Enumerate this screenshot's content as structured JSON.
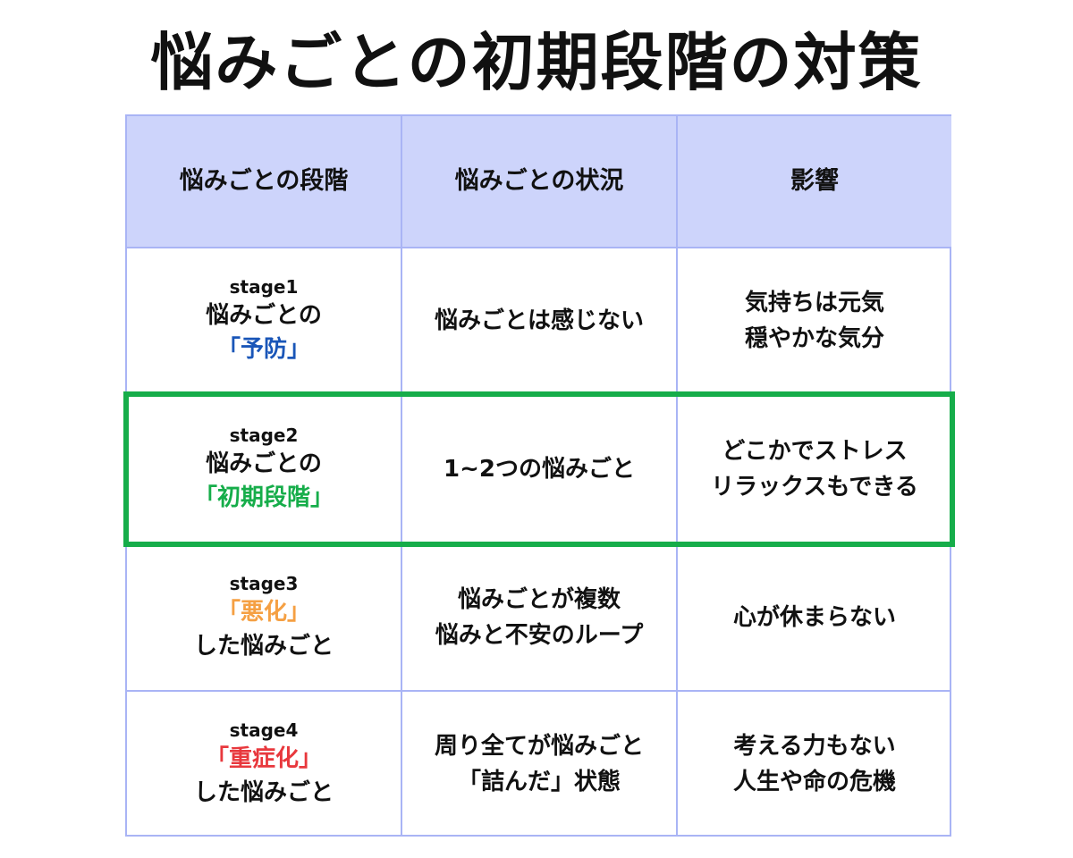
{
  "title": "悩みごとの初期段階の対策",
  "colors": {
    "header_bg": "#cdd4fb",
    "grid_line": "#a9b4f5",
    "highlight_border": "#16ad4a",
    "stage1_accent": "#1a56b8",
    "stage2_accent": "#16ad4a",
    "stage3_accent": "#f5a043",
    "stage4_accent": "#e8383d"
  },
  "table": {
    "headers": [
      "悩みごとの段階",
      "悩みごとの状況",
      "影響"
    ],
    "rows": [
      {
        "stage_tag": "stage1",
        "stage_lines": [
          "悩みごとの",
          "「予防」"
        ],
        "situation": [
          "悩みごとは感じない"
        ],
        "impact": [
          "気持ちは元気",
          "穏やかな気分"
        ]
      },
      {
        "stage_tag": "stage2",
        "stage_lines": [
          "悩みごとの",
          "「初期段階」"
        ],
        "situation": [
          "1~2つの悩みごと"
        ],
        "impact": [
          "どこかでストレス",
          "リラックスもできる"
        ]
      },
      {
        "stage_tag": "stage3",
        "stage_lines": [
          "「悪化」",
          "した悩みごと"
        ],
        "situation": [
          "悩みごとが複数",
          "悩みと不安のループ"
        ],
        "impact": [
          "心が休まらない"
        ]
      },
      {
        "stage_tag": "stage4",
        "stage_lines": [
          "「重症化」",
          "した悩みごと"
        ],
        "situation": [
          "周り全てが悩みごと",
          "「詰んだ」状態"
        ],
        "impact": [
          "考える力もない",
          "人生や命の危機"
        ]
      }
    ]
  }
}
